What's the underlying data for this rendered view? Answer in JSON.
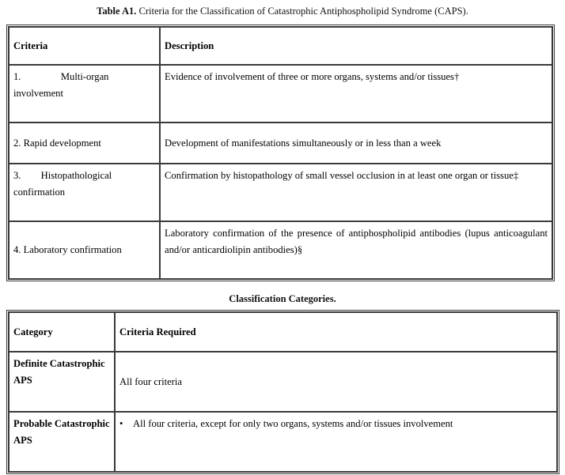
{
  "document": {
    "table1": {
      "caption_label": "Table A1.",
      "caption_text": " Criteria for the Classification of Catastrophic Antiphospholipid Syndrome (CAPS).",
      "headers": {
        "col1": "Criteria",
        "col2": "Description"
      },
      "rows": [
        {
          "criteria": "1.    Multi-organ involvement",
          "description": "Evidence of involvement of three or more organs, systems and/or tissues†"
        },
        {
          "criteria": "2. Rapid development",
          "description": "Development of manifestations simultaneously or in less than a week"
        },
        {
          "criteria": "3.  Histopathological confirmation",
          "description": "Confirmation by histopathology of small vessel occlusion in at least one organ or tissue‡"
        },
        {
          "criteria": "4. Laboratory confirmation",
          "description": "Laboratory confirmation of the presence of antiphospholipid antibodies (lupus anticoagulant and/or anticardiolipin antibodies)§"
        }
      ]
    },
    "table2": {
      "caption_text": "Classification Categories.",
      "headers": {
        "col1": "Category",
        "col2": "Criteria Required"
      },
      "rows": [
        {
          "category": "Definite Catastrophic APS",
          "criteria_required": "All four criteria"
        },
        {
          "category": "Probable Catastrophic APS",
          "criteria_required": "• All four criteria, except for only two organs, systems and/or tissues involvement"
        }
      ]
    }
  },
  "colors": {
    "text": "#000000",
    "border": "#3a3a3a",
    "background": "#ffffff"
  }
}
